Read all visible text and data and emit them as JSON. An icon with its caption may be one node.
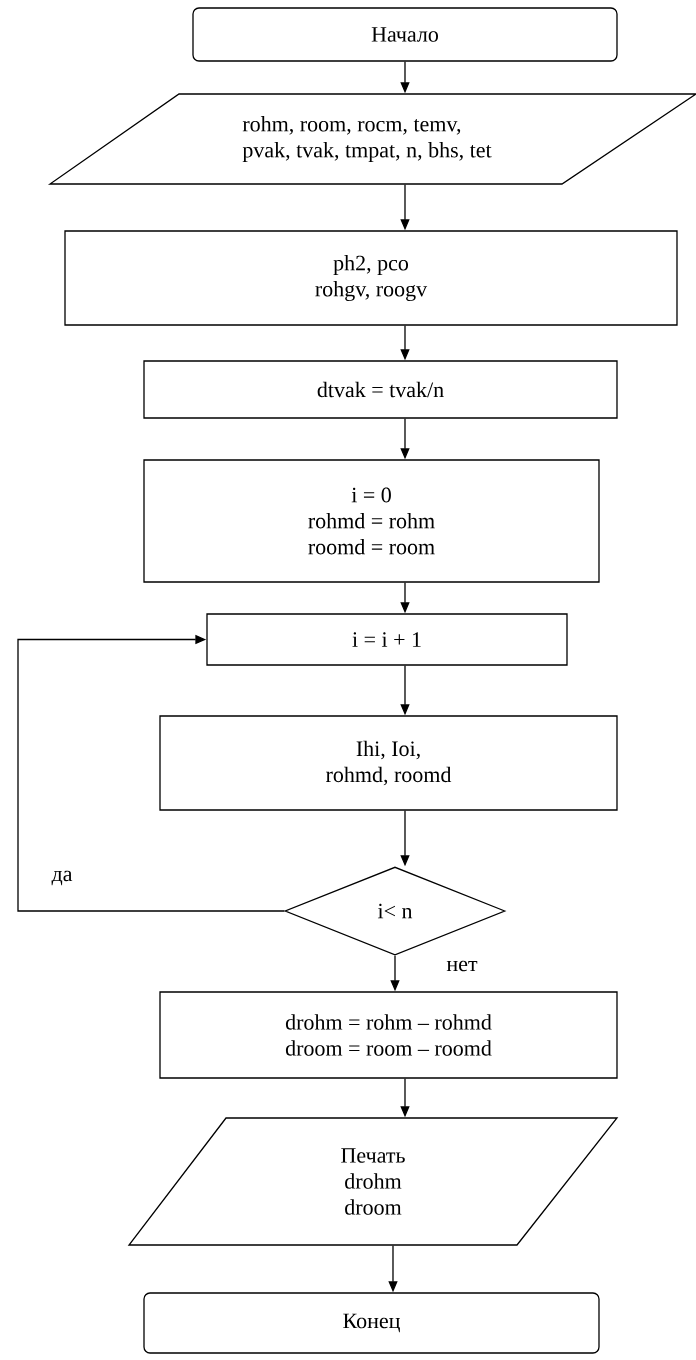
{
  "diagram": {
    "nodes": [
      {
        "text": [
          "Начало"
        ]
      },
      {
        "text": [
          "rohm, room, rocm, temv,",
          "pvak, tvak, tmpat, n, bhs, tet"
        ]
      },
      {
        "text": [
          "ph2, pco",
          "rohgv, roogv"
        ]
      },
      {
        "text": [
          "dtvak = tvak/n"
        ]
      },
      {
        "text": [
          "i = 0",
          "rohmd = rohm",
          "roomd = room"
        ]
      },
      {
        "text": [
          "i = i + 1"
        ]
      },
      {
        "text": [
          "Ihi, Ioi,",
          "rohmd, roomd"
        ]
      },
      {
        "text": [
          "i< n"
        ]
      },
      {
        "text": [
          "drohm = rohm – rohmd",
          "droom = room – roomd"
        ]
      },
      {
        "text": [
          "Печать",
          "drohm",
          "droom"
        ]
      },
      {
        "text": [
          "Конец"
        ]
      }
    ],
    "edges": [
      {
        "from": 0,
        "to": 1,
        "arrow": "to"
      },
      {
        "from": 1,
        "to": 2,
        "arrow": "to"
      },
      {
        "from": 2,
        "to": 3,
        "arrow": "to"
      },
      {
        "from": 3,
        "to": 4,
        "arrow": "to"
      },
      {
        "from": 4,
        "to": 5,
        "arrow": "to"
      },
      {
        "from": 5,
        "to": 6,
        "arrow": "to"
      },
      {
        "from": 6,
        "to": 7,
        "arrow": "to"
      },
      {
        "from": 7,
        "to": 5,
        "arrow": "to",
        "label": "да"
      },
      {
        "from": 7,
        "to": 8,
        "arrow": "to",
        "label": "нет"
      },
      {
        "from": 8,
        "to": 9,
        "arrow": "to"
      },
      {
        "from": 9,
        "to": 10,
        "arrow": "to"
      }
    ]
  }
}
